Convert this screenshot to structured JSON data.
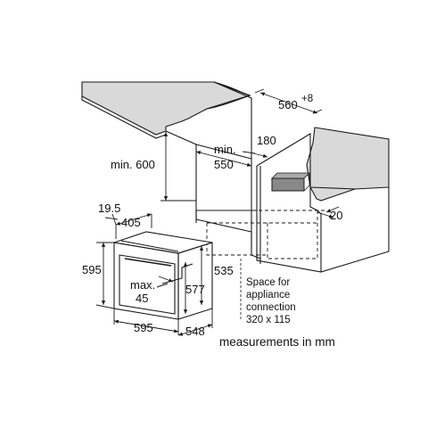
{
  "diagram": {
    "caption": "measurements in mm",
    "colors": {
      "line": "#1a1a1a",
      "panel": "#d9d9d9",
      "background": "#ffffff"
    },
    "labels": {
      "width_top": "560",
      "width_top_tolerance": "+8",
      "min_600": "min. 600",
      "min_550_line1": "min.",
      "min_550_line2": "550",
      "depth_180": "180",
      "gap_20": "20",
      "top_19_5": "19.5",
      "depth_405": "405",
      "height_595": "595",
      "height_535": "535",
      "height_577": "577",
      "max_label": "max.",
      "max_value": "45",
      "width_595": "595",
      "depth_548": "548",
      "space_line1": "Space for",
      "space_line2": "appliance",
      "space_line3": "connection",
      "space_line4": "320 x 115"
    }
  }
}
